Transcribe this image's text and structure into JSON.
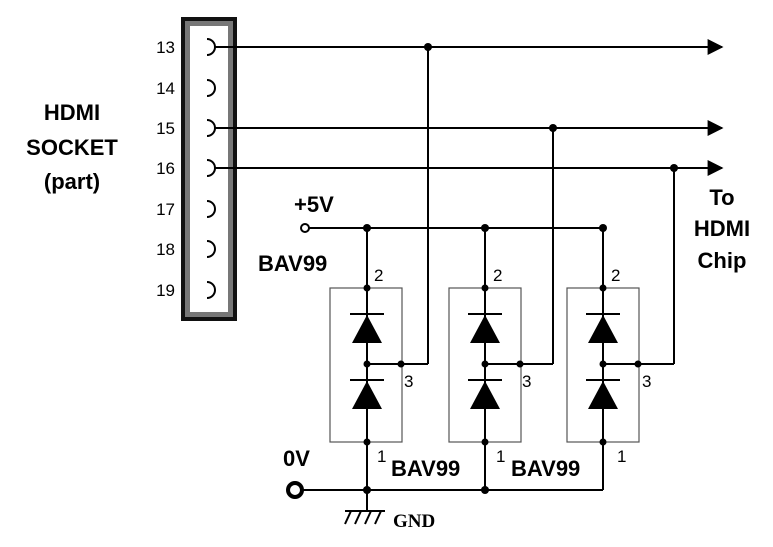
{
  "socket": {
    "label_lines": [
      "HDMI",
      "SOCKET",
      "(part)"
    ],
    "pins": [
      "13",
      "14",
      "15",
      "16",
      "17",
      "18",
      "19"
    ]
  },
  "supply": {
    "plus_label": "+5V",
    "zero_label": "0V",
    "ground_label": "GND"
  },
  "output": {
    "label_lines": [
      "To",
      "HDMI",
      "Chip"
    ]
  },
  "diodes": [
    {
      "label": "BAV99",
      "pin_top": "2",
      "pin_mid": "3",
      "pin_bottom": "1"
    },
    {
      "label": "BAV99",
      "pin_top": "2",
      "pin_mid": "3",
      "pin_bottom": "1"
    },
    {
      "label": "BAV99",
      "pin_top": "2",
      "pin_mid": "3",
      "pin_bottom": "1"
    }
  ]
}
